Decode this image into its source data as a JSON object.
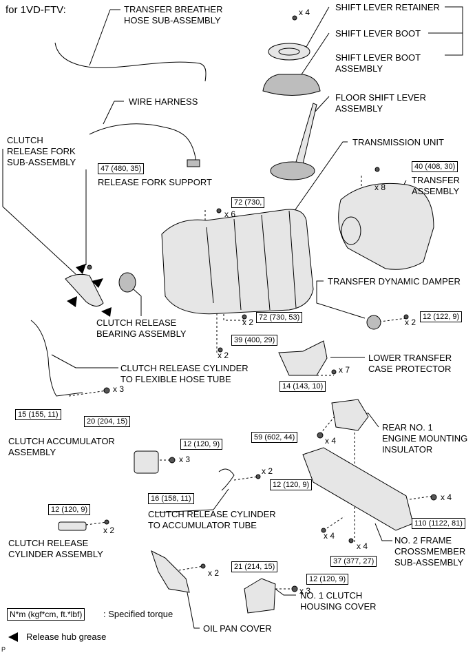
{
  "title": "for 1VD-FTV:",
  "labels": {
    "transfer_breather": "TRANSFER BREATHER\nHOSE SUB-ASSEMBLY",
    "shift_lever_retainer": "SHIFT LEVER RETAINER",
    "shift_lever_boot": "SHIFT LEVER BOOT",
    "shift_lever_boot_assembly": "SHIFT LEVER BOOT\nASSEMBLY",
    "floor_shift_lever": "FLOOR SHIFT LEVER\nASSEMBLY",
    "wire_harness": "WIRE HARNESS",
    "clutch_release_fork": "CLUTCH\nRELEASE FORK\nSUB-ASSEMBLY",
    "transmission_unit": "TRANSMISSION UNIT",
    "release_fork_support": "RELEASE FORK SUPPORT",
    "transfer_assembly": "TRANSFER\nASSEMBLY",
    "transfer_dynamic_damper": "TRANSFER DYNAMIC DAMPER",
    "clutch_release_bearing": "CLUTCH RELEASE\nBEARING ASSEMBLY",
    "lower_transfer_case_protector": "LOWER TRANSFER\nCASE PROTECTOR",
    "clutch_release_cyl_hose": "CLUTCH RELEASE CYLINDER\nTO FLEXIBLE HOSE TUBE",
    "rear_no1_mounting": "REAR NO. 1\nENGINE MOUNTING\nINSULATOR",
    "clutch_accumulator": "CLUTCH ACCUMULATOR\nASSEMBLY",
    "clutch_release_cyl_acc": "CLUTCH RELEASE CYLINDER\nTO ACCUMULATOR TUBE",
    "clutch_release_cylinder": "CLUTCH RELEASE\nCYLINDER ASSEMBLY",
    "no2_frame_crossmember": "NO. 2 FRAME\nCROSSMEMBER\nSUB-ASSEMBLY",
    "no1_clutch_housing_cover": "NO. 1 CLUTCH\nHOUSING COVER",
    "oil_pan_cover": "OIL PAN COVER"
  },
  "torques": {
    "t47": "47 (480, 35)",
    "t40": "40 (408, 30)",
    "t72a": "72 (730,",
    "t72b": "72 (730, 53)",
    "t12_damper": "12 (122, 9)",
    "t39": "39 (400, 29)",
    "t14": "14 (143, 10)",
    "t15": "15 (155, 11)",
    "t20": "20 (204, 15)",
    "t59": "59 (602, 44)",
    "t12_acc": "12 (120, 9)",
    "t16": "16 (158, 11)",
    "t12_tube": "12 (120, 9)",
    "t12_cyl": "12 (120, 9)",
    "t110": "110 (1122, 81)",
    "t37": "37 (377, 27)",
    "t21": "21 (214, 15)",
    "t12_cover": "12 (120, 9)"
  },
  "quantities": {
    "q_retainer": "x 4",
    "q_transfer": "x 8",
    "q_72a": "x 6",
    "q_72b": "x 2",
    "q_damper": "x 2",
    "q_39": "x 2",
    "q_14": "x 7",
    "q_20": "x 3",
    "q_59": "x 4",
    "q_acc": "x 3",
    "q_tube": "x 2",
    "q_cyl": "x 2",
    "q_110": "x 4",
    "q_cross_left": "x 4",
    "q_37": "x 4",
    "q_21": "x 2",
    "q_cover": "x 3"
  },
  "legend": {
    "torque_box": "N*m (kgf*cm, ft.*lbf)",
    "torque_text": ": Specified torque",
    "grease_text": "Release hub grease"
  },
  "footer_mark": "P"
}
